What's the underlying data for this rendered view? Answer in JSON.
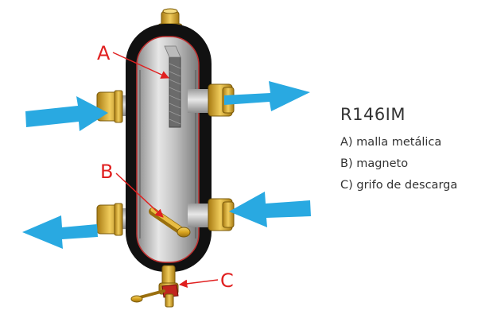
{
  "diagram": {
    "callouts": {
      "a": "A",
      "b": "B",
      "c": "C"
    },
    "colors": {
      "arrow": "#29a9e1",
      "callout": "#e02020",
      "brass": "#d9a520",
      "body": "#b4b4b4",
      "jacket": "#111111"
    }
  },
  "legend": {
    "title": "R146IM",
    "items": [
      "A) malla metálica",
      "B) magneto",
      "C) grifo de descarga"
    ]
  }
}
